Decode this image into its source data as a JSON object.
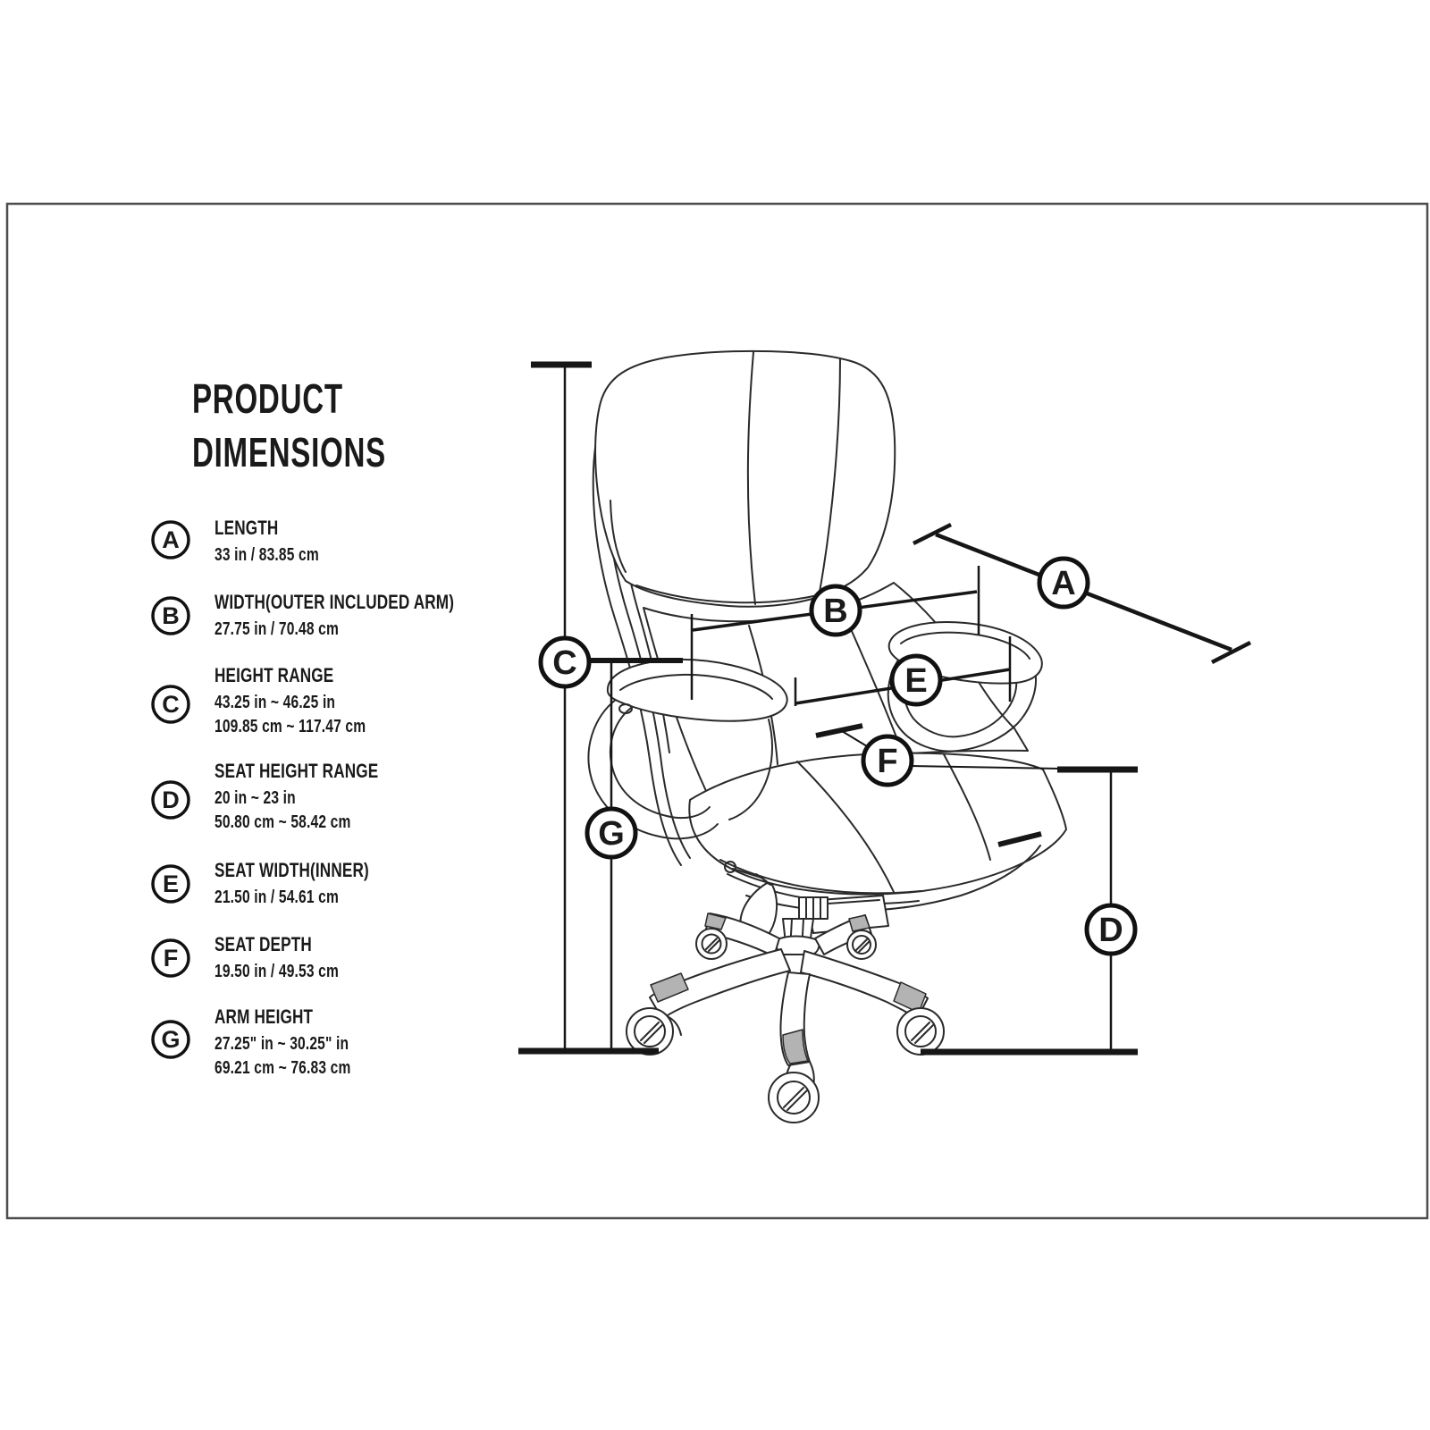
{
  "title": {
    "line1": "PRODUCT",
    "line2": "DIMENSIONS"
  },
  "specs": [
    {
      "letter": "A",
      "name": "LENGTH",
      "value1": "33 in / 83.85 cm",
      "value2": ""
    },
    {
      "letter": "B",
      "name": "WIDTH(OUTER INCLUDED ARM)",
      "value1": "27.75 in / 70.48 cm",
      "value2": ""
    },
    {
      "letter": "C",
      "name": "HEIGHT RANGE",
      "value1": "43.25 in ~ 46.25 in",
      "value2": "109.85 cm ~ 117.47 cm"
    },
    {
      "letter": "D",
      "name": "SEAT HEIGHT RANGE",
      "value1": "20 in ~ 23 in",
      "value2": "50.80 cm ~ 58.42 cm"
    },
    {
      "letter": "E",
      "name": "SEAT WIDTH(INNER)",
      "value1": "21.50 in / 54.61 cm",
      "value2": ""
    },
    {
      "letter": "F",
      "name": "SEAT DEPTH",
      "value1": "19.50 in / 49.53 cm",
      "value2": ""
    },
    {
      "letter": "G",
      "name": "ARM HEIGHT",
      "value1": "27.25\" in ~ 30.25\" in",
      "value2": "69.21 cm ~ 76.83 cm"
    }
  ],
  "callouts": {
    "A": "A",
    "B": "B",
    "C": "C",
    "D": "D",
    "E": "E",
    "F": "F",
    "G": "G"
  },
  "colors": {
    "ink": "#1a1a1a",
    "line": "#2a2a2a",
    "accent_grey": "#b3b3b3",
    "paper": "#ffffff",
    "border": "#4d4d4d"
  }
}
